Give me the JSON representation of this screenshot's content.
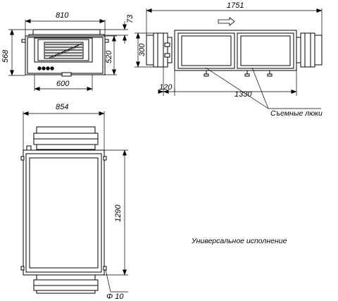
{
  "front_view": {
    "width_overall": "810",
    "flange_height": "73",
    "height_overall": "568",
    "height_body": "520",
    "width_bottom": "600"
  },
  "side_view": {
    "length_overall": "1751",
    "duct_height": "300",
    "offset": "120",
    "body_length": "1330",
    "hatch_label": "Съемные люки"
  },
  "top_view": {
    "width": "854",
    "length": "1290",
    "hole_diameter": "Φ 10"
  },
  "caption": "Универсальное исполнение"
}
